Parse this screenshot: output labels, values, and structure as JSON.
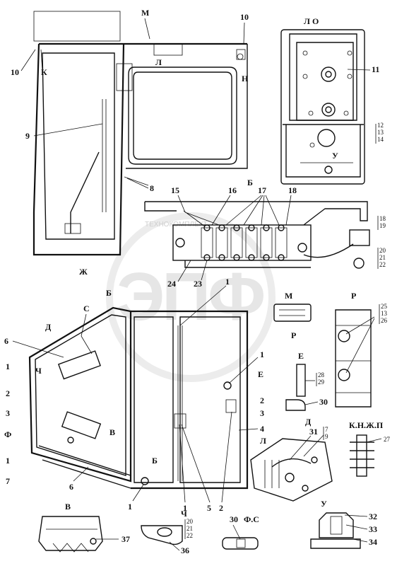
{
  "watermark": {
    "logo_text": "ЭПФ",
    "caption": "ТЕХНОКОМПЛЕКТ"
  },
  "views": {
    "top_left": {
      "letter": "М",
      "markers": [
        "К",
        "Л",
        "Н"
      ]
    },
    "view_lo": "Л О",
    "view_b": "Б",
    "view_m": "М",
    "view_r": "Р",
    "view_e": "Е",
    "view_d": "Д",
    "view_knzhp": "К.Н.Ж.П",
    "view_v": "В",
    "view_ch": "Ч",
    "view_fs": "Ф.С",
    "view_u": "У",
    "cab_markers": [
      "Ж",
      "Б",
      "С",
      "Д",
      "Ч",
      "Ф",
      "В",
      "Б",
      "Е",
      "Л",
      "Б",
      "Р",
      "У"
    ]
  },
  "callouts": {
    "c1": "1",
    "c2": "2",
    "c3": "3",
    "c4": "4",
    "c5": "5",
    "c6": "6",
    "c7": "7",
    "c8": "8",
    "c9": "9",
    "c10": "10",
    "c11": "11",
    "c12_13_14": [
      "12",
      "13",
      "14"
    ],
    "c15": "15",
    "c16": "16",
    "c17": "17",
    "c18": "18",
    "c18_19": [
      "18",
      "19"
    ],
    "c20_21_22": [
      "20",
      "21",
      "22"
    ],
    "c23": "23",
    "c24": "24",
    "c25_13_26": [
      "25",
      "13",
      "26"
    ],
    "c27": "27",
    "c28_29": [
      "28",
      "29"
    ],
    "c30": "30",
    "c31": "31",
    "c7_9": [
      "7",
      "9"
    ],
    "c32": "32",
    "c33": "33",
    "c34": "34",
    "c36": "36",
    "c37": "37"
  }
}
